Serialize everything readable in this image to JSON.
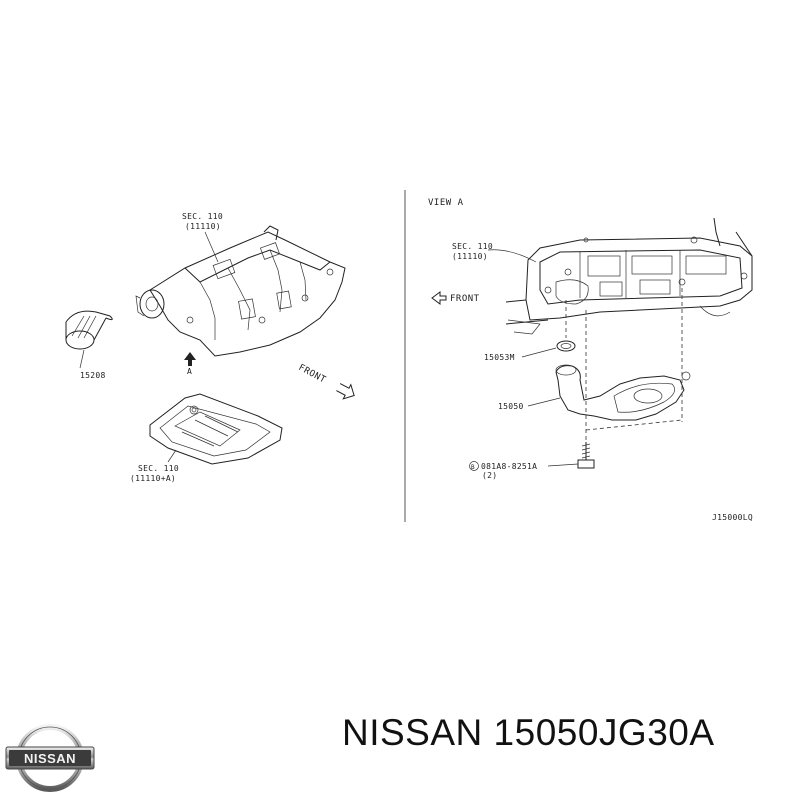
{
  "left_view": {
    "sec_label": "SEC. 110",
    "sec_sub": "(11110)",
    "filter_label": "15208",
    "arrow_label": "A",
    "front_label": "FRONT",
    "pan_sec_label": "SEC. 110",
    "pan_sec_sub": "(11110+A)"
  },
  "right_view": {
    "view_label": "VIEW A",
    "sec_label": "SEC. 110",
    "sec_sub": "(11110)",
    "front_label": "FRONT",
    "gasket_label": "15053M",
    "strainer_label": "15050",
    "bolt_label": "081A8-8251A",
    "bolt_qty": "(2)",
    "bolt_marker": "B",
    "drawing_code": "J15000LQ"
  },
  "logo": {
    "text": "NISSAN"
  },
  "part_title": "NISSAN 15050JG30A"
}
